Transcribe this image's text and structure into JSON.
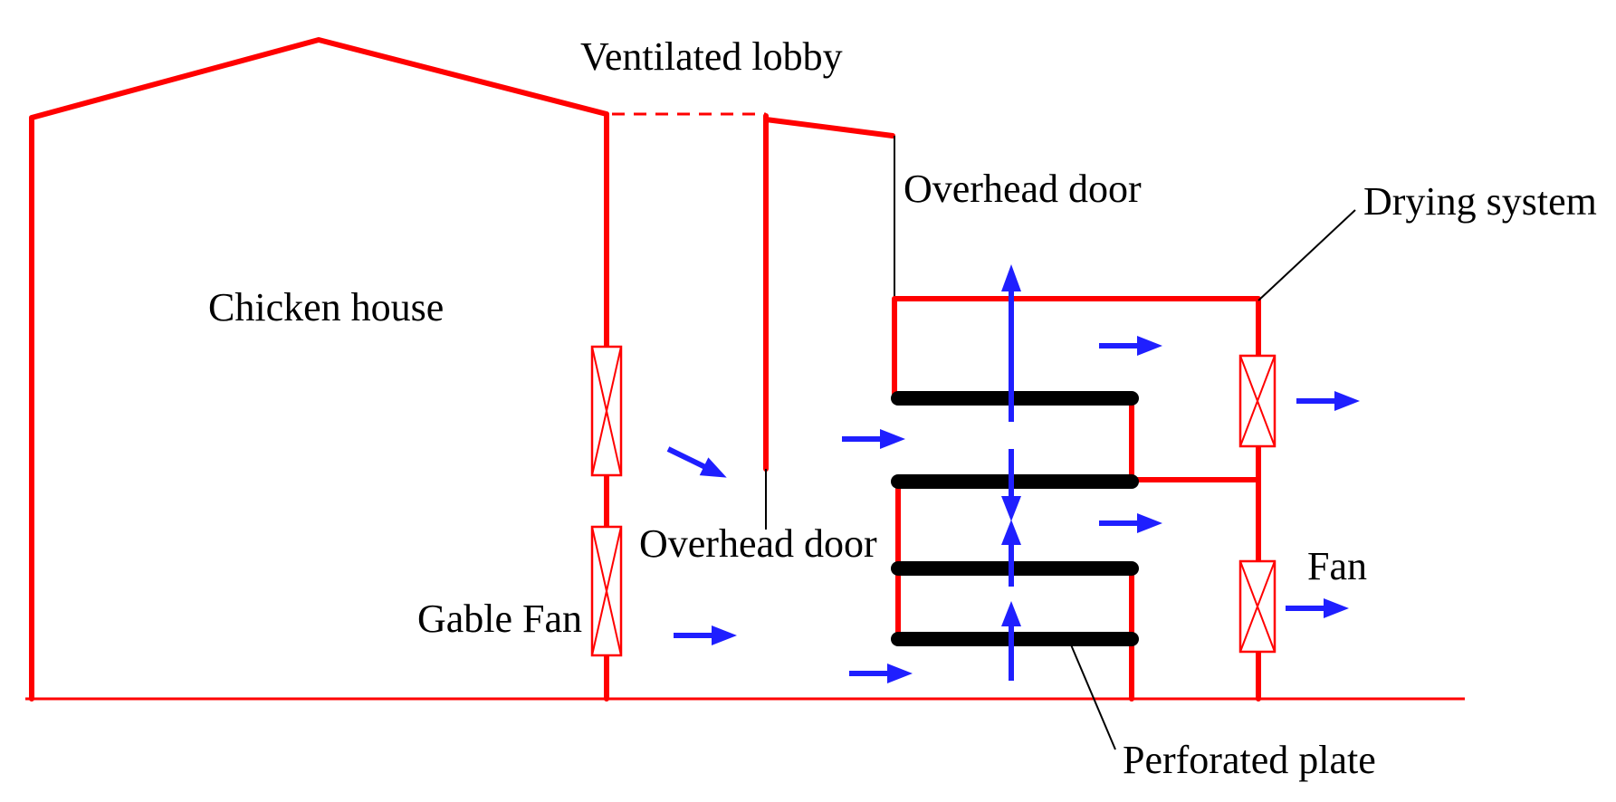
{
  "labels": {
    "ventilated_lobby": "Ventilated lobby",
    "overhead_door_top": "Overhead door",
    "drying_system": "Drying system",
    "chicken_house": "Chicken house",
    "overhead_door_bottom": "Overhead door",
    "gable_fan": "Gable Fan",
    "fan": "Fan",
    "perforated_plate": "Perforated plate"
  },
  "colors": {
    "wall": "#ff0000",
    "airflow": "#1f1fff",
    "plate": "#000000"
  },
  "icons": {
    "fan": "fan-icon",
    "airflow": "arrow-icon"
  }
}
